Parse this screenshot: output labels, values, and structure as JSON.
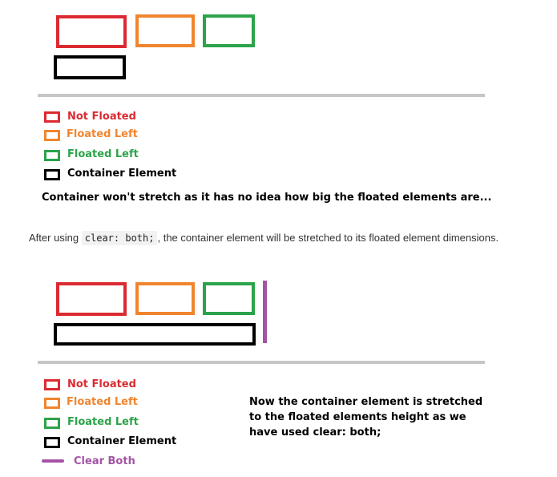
{
  "colors": {
    "not_floated": "#dc2a31",
    "floated_left_orange": "#f0852e",
    "floated_left_green": "#2ca34a",
    "container": "#000000",
    "clear_both": "#a454a4",
    "rule": "#c6c6c6"
  },
  "diagram1": {
    "legend": [
      "Not Floated",
      "Floated Left",
      "Floated Left",
      "Container Element"
    ],
    "note": "Container won't stretch as it has no idea how big the floated elements are..."
  },
  "caption": {
    "before": "After using",
    "code": "clear: both;",
    "after": ", the container element will be stretched to its floated element dimensions."
  },
  "diagram2": {
    "legend": [
      "Not Floated",
      "Floated Left",
      "Floated Left",
      "Container Element",
      "Clear Both"
    ],
    "note": "Now the container element is stretched to the floated elements height as we have used clear: both;"
  }
}
